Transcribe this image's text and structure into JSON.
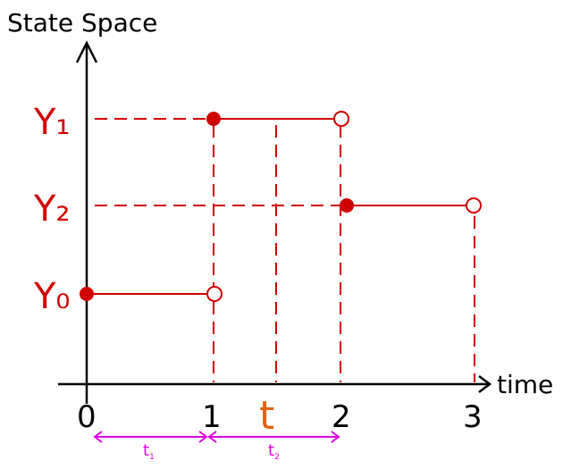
{
  "diagram": {
    "y_axis_title": "State Space",
    "x_axis_title": "time",
    "state_labels": {
      "y1": "Y₁",
      "y2": "Y₂",
      "y0": "Y₀"
    },
    "x_ticks": [
      "0",
      "1",
      "2",
      "3"
    ],
    "t_marker": "t",
    "interval_labels": [
      {
        "main": "t",
        "sub": "1"
      },
      {
        "main": "t",
        "sub": "2"
      }
    ],
    "colors": {
      "path": "#d10000",
      "t_marker": "#e0620d",
      "intervals": "#e100e1",
      "axes": "#000000"
    }
  }
}
